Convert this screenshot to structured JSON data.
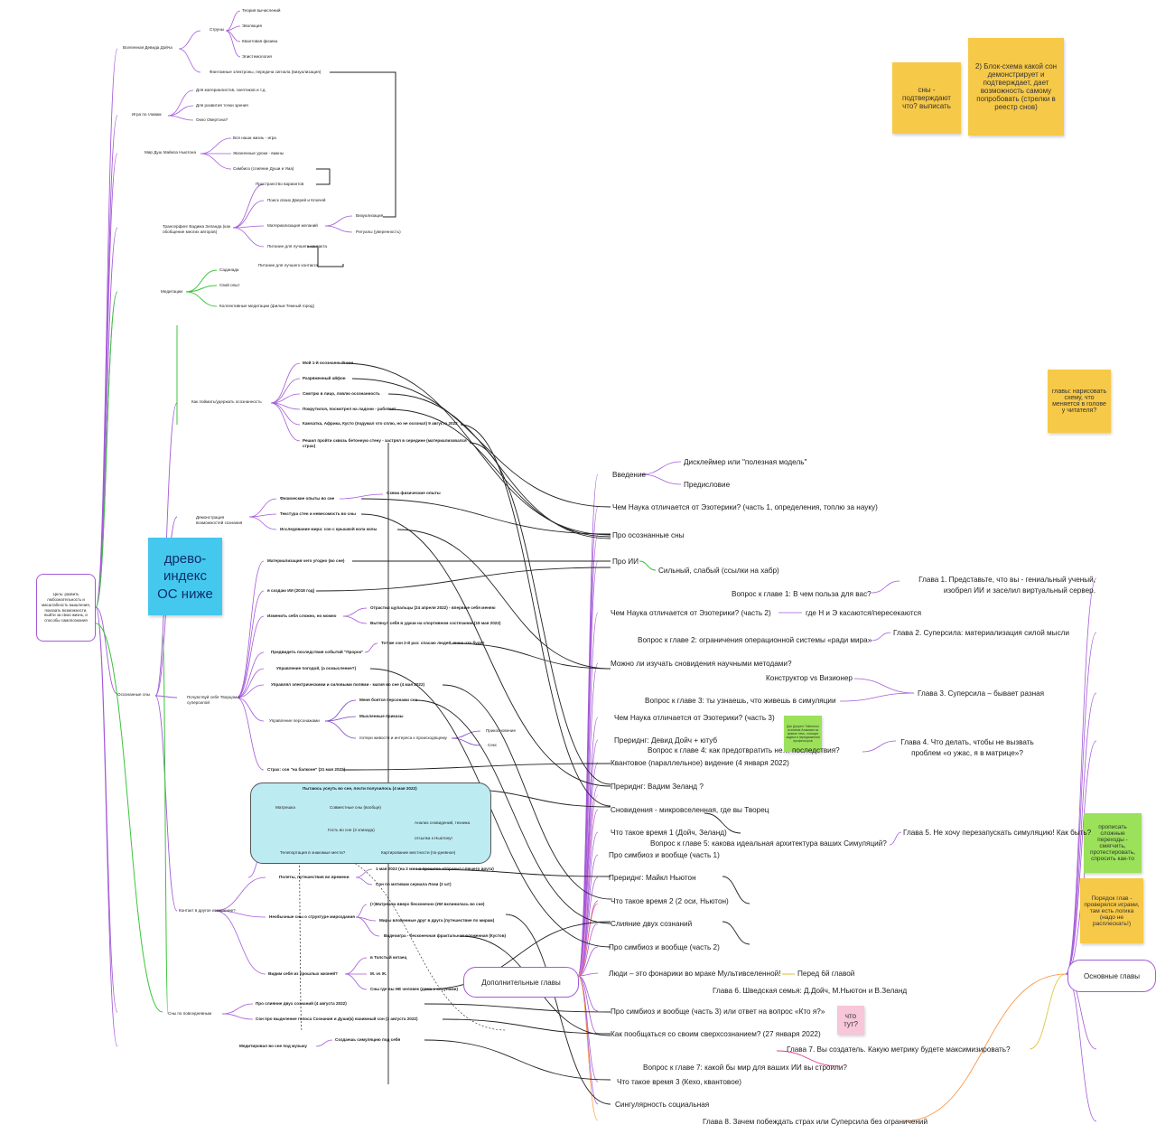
{
  "sticky_notes": {
    "dreams_confirm": "сны - подтверждают что? выписать",
    "flowchart": "2) Блок-схема какой сон демонстрирует и подтверждает, дает возможность самому попробовать (стрелки в реестр снов)",
    "chapters_draw": "главы: нарисовать схему, что меняется в голове у читателя?",
    "transitions": "прописать сложные переходы - смягчить, протестировать, спросить как-то",
    "order": "Порядок глав - проверялся играми, там есть логика (надо не расплескать!)",
    "who_here": "что тут?",
    "green_small": "Дэн Дэнретт Тайленол сознания Атакован за правое лечь, стоящих задача в передвижении профессоров",
    "tree_index": "древо-индекс ОС ниже"
  },
  "root_node": "Цель: развить любознательность и масштабность мышления, показать возможности, выйти за свою жизнь, и способы самопознания",
  "left_tree": {
    "n1": "Вселенная Девида Дойча",
    "n1a": "Струны",
    "n1a1": "Теория вычислений",
    "n1a2": "Эволюция",
    "n1a3": "Квантовая физика",
    "n1a4": "Эпистемология",
    "n1b": "Фантомные электроны, передача сигнала (визуализация)",
    "n2": "Игра по главам",
    "n2a": "Для материалистов, скептиков и т.д.",
    "n2b": "Для развития точки зрения",
    "n2c": "Окно Овертона?",
    "n3": "Мир Душ Майкла Ньютона",
    "n3a": "Вся наша жизнь - игра",
    "n3b": "Жизненные уроки - важны",
    "n3c": "Симбиоз (слияние Души и Ума)",
    "n4": "Трансерфинг Вадима Зеланда (как обобщение многих авторов)",
    "n4a": "Пространство вариантов",
    "n4b": "Поиск своих Дверей и Ключей",
    "n4c": "Материализация желаний",
    "n4c1": "Визуализация",
    "n4c2": "Ритуалы (уверенность)",
    "n4d": "Питание для лучшего контакта",
    "n5": "Медитации",
    "n5a": "Саданада",
    "n5a1": "Питание для лучшего контакта",
    "n5b": "Свой опыт",
    "n5c": "Коллективные медитации (фильм Темный город)",
    "n6": "Как поймать/удержать осознанность",
    "n6a": "Мой 1-й осознанный сон",
    "n6b": "Разряженный айфон",
    "n6c": "Смотрю в лицо, ловлю осознанность",
    "n6d": "Покрутился, посмотрел на ладони - работает",
    "n6e": "Камчатка, Африка, Кусто (подумал что сплю, но не осознал) 9 августа 2022",
    "n6f": "Решил пройти сквозь бетонную стену - застрял в середине (материализовался страх)",
    "n7": "Демонстрация возможностей сознания",
    "n7a": "Физические опыты во сне",
    "n7a1": "Схема физические опыты",
    "n7b": "Текстура стен и невесомость во сны",
    "n7c": "Исследование мира: сон с крышкой кола колы",
    "n8": "Осознанные сны",
    "n9": "Почувствуй себя Творцом с суперсилой",
    "n9a": "Материализация чего угодно (во сне)",
    "n9b": "я создаю ИИ (2018 год)",
    "n9c": "Изменить себя сложно, но можно",
    "n9c1": "Отрастил щупальцы (24 апреля 2022) - впервые себя меняю",
    "n9c2": "Вытянул себя в удачи на спортивном состязании (19 мая 2022)",
    "n9d": "Предвидеть последствия событий \"Пророк\"",
    "n9d1": "Тот же сон 2-й раз: спасаю людей, знаю что будет",
    "n9e": "Управление погодой, (а осмысление?)",
    "n9f": "Управлял электрическими и силовыми полями - магия во сне (4 мая 2022)",
    "n9g": "Управление персонажами",
    "n9g1": "Меня боятся персонажи сна",
    "n9g2": "Мысленные приказы",
    "n9g3": "потери живости и интереса к происходящему",
    "n9g4": "Прикосновение",
    "n9g5": "Секс",
    "n10": "Страх: сон \"на балконе\" (31 мая 2022)",
    "n11": "Матрешка",
    "n11a": "Пытаюсь уснуть во сне, почти получилось (4 мая 2022)",
    "n11b": "Совместные сны (вообще)",
    "n11c": "Гость во сне (3 эпизода)",
    "n11c1": "Анализ сновидений, техника",
    "n11c2": "отсылка к Ньютону!",
    "n11d": "Телепортация в знакомые места?",
    "n11e": "Картирование местности (по-дневное)",
    "n12": "Контакт в другое измерение?",
    "n12a": "Полеты, путешествия во времени",
    "n12a1": "1 мая 2022 (на 2 мин в прошлое отправил спящего друга)",
    "n12a2": "Сон по мотивам сериала Локи (2 шт)",
    "n12b": "Необычные сны о структуре мироздания",
    "n12b1": "(+)Матрешка вверх бесконечно (ИИ вклинилась во сне)",
    "n12b2": "Миры вложенные друг в друга (путешествие по мирам)",
    "n12b3": "Видеоигра - бесконечная фрактальная вложенная (Кустов)",
    "n12c": "Видим себя из прошлых жизней?",
    "n12c1": "в Толстый китаец",
    "n12c2": "М. vs Ж.",
    "n12c3": "Сны где вы НЕ человек (дома с клоунами)",
    "n13": "Сны по повседневным",
    "n13a": "Про слияние двух сознаний (4 августа 2022)",
    "n13b": "Сон про выделение голоса Сознания и Души(к) взаимный сон (3 августа 2022)",
    "n14": "Медитировал во сне под музыку",
    "n14a": "Создаешь симуляцию под себя"
  },
  "center": {
    "intro": "Введение",
    "disclaimer": "Дисклеймер или \"полезная модель\"",
    "preface": "Предисловие",
    "sci1": "Чем Наука отличается от Эзотерики? (часть 1, определения, топлю за науку)",
    "lucid": "Про осознанные сны",
    "ai": "Про ИИ",
    "strong_weak": "Сильный, слабый (ссылки на хабр)",
    "q1": "Вопрос к главе 1: В чем польза для вас?",
    "ch1": "Глава 1. Представьте, что вы - гениальный ученый, изобрел ИИ и заселил виртуальный сервер.",
    "sci2": "Чем Наука отличается от Эзотерики? (часть 2)",
    "sci2_note": "где Н и Э касаются/пересекаются",
    "q2": "Вопрос к главе 2: ограничения операционной системы «ради мира»",
    "ch2": "Глава 2. Суперсила: материализация силой мысли",
    "study": "Можно ли изучать сновидения научными методами?",
    "constructor": "Конструктор vs Визионер",
    "q3": "Вопрос к главе 3: ты узнаешь, что живешь в симуляции",
    "ch3": "Глава 3. Суперсила – бывает разная",
    "sci3": "Чем Наука отличается от Эзотерики? (часть 3)",
    "preride1": "Прериднг: Девид Дойч + ютуб",
    "q4": "Вопрос к главе 4: как предотвратить не… последствия?",
    "ch4": "Глава 4. Что делать, чтобы не вызвать проблем «о ужас, я в матрице»?",
    "quantum": "Квантовое (параллельное) видение (4 января 2022)",
    "preride2": "Прериднг: Вадим Зеланд ?",
    "dreams_micro": "Сновидения - микровселенная, где вы Творец",
    "time1": "Что такое время 1 (Дойч, Зеланд)",
    "q5": "Вопрос к главе 5: какова идеальная архитектура ваших Симуляций?",
    "ch5": "Глава 5. Не хочу перезапускать симуляцию! Как быть?",
    "symb1": "Про симбиоз и вообще (часть 1)",
    "preride3": "Прериднг: Майкл Ньютон",
    "time2": "Что такое время 2 (2 оси, Ньютон)",
    "merge": "Слияние двух сознаний",
    "symb2": "Про симбиоз и вообще (часть 2)",
    "extra": "Дополнительные главы",
    "lanterns": "Люди – это фонарики во мраке Мультивселенной!",
    "before6": "Перед 6й главой",
    "ch6": "Глава 6. Шведская семья: Д.Дойч, М.Ньютон и В.Зеланд",
    "symb3": "Про симбиоз и вообще (часть 3) или ответ на вопрос «Кто я?»",
    "talk": "Как пообщаться со своим сверхсознанием? (27 января 2022)",
    "ch7": "Глава 7. Вы создатель. Какую метрику будете максимизировать?",
    "q7": "Вопрос к главе 7: какой бы мир для ваших ИИ вы строили?",
    "time3": "Что такое время 3 (Кехо, квантовое)",
    "singularity": "Сингулярность социальная",
    "ch8": "Глава 8. Зачем побеждать страх или Суперсила без ограничений",
    "main": "Основные главы"
  }
}
